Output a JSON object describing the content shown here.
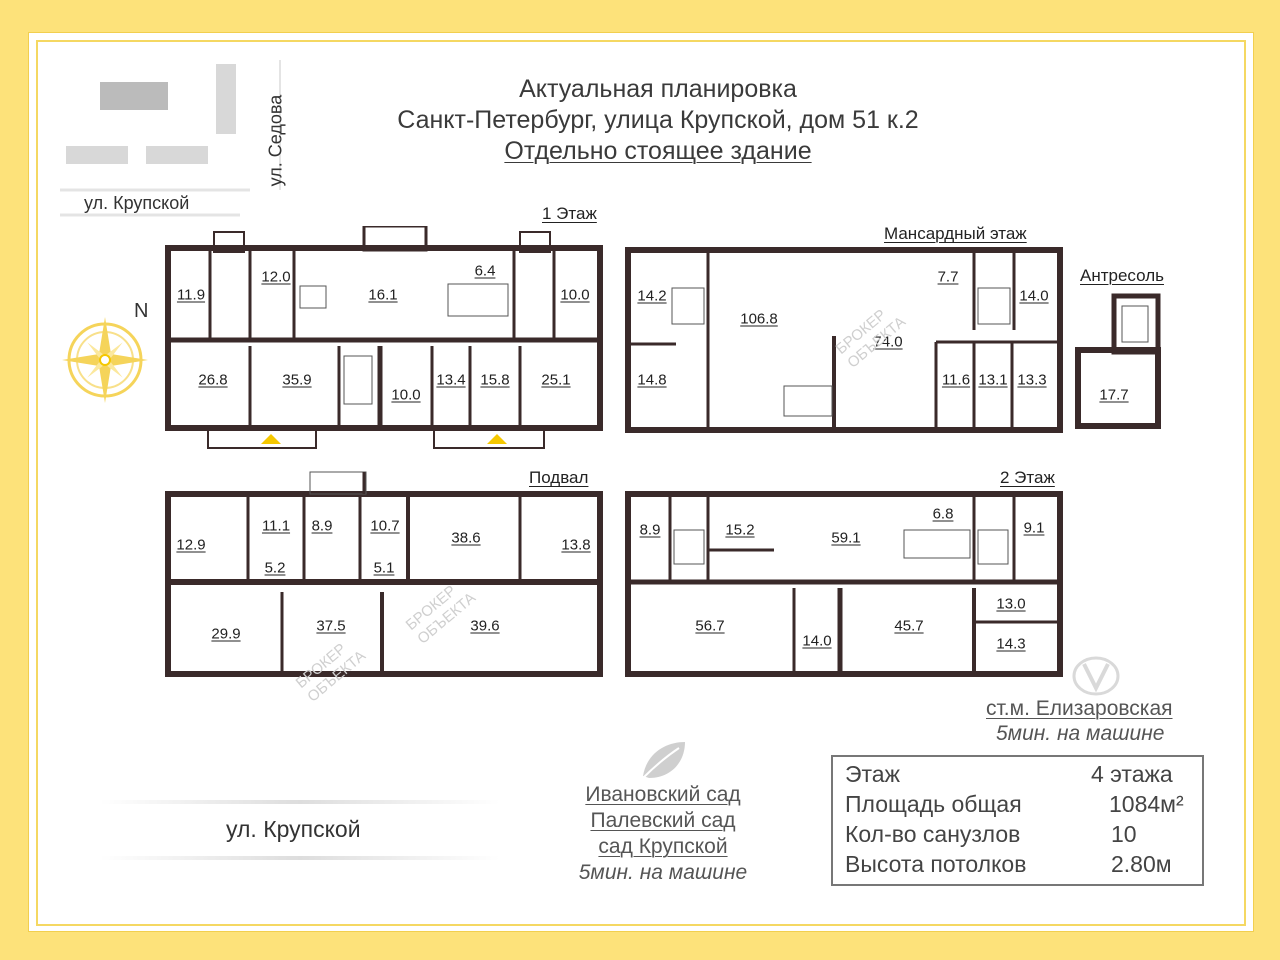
{
  "header": {
    "line1": "Актуальная планировка",
    "line2": "Санкт-Петербург, улица Крупской, дом 51 к.2",
    "line3": "Отдельно стоящее здание"
  },
  "streets": {
    "top_street": "ул. Крупской",
    "side_street": "ул. Седова",
    "bottom_street": "ул. Крупской",
    "north": "N"
  },
  "floors": {
    "first": {
      "label": "1 Этаж",
      "rooms": [
        "11.9",
        "12.0",
        "16.1",
        "6.4",
        "10.0",
        "26.8",
        "35.9",
        "10.0",
        "13.4",
        "15.8",
        "25.1"
      ]
    },
    "attic": {
      "label": "Мансардный этаж",
      "rooms": [
        "14.2",
        "106.8",
        "7.7",
        "14.0",
        "74.0",
        "14.8",
        "11.6",
        "13.1",
        "13.3"
      ]
    },
    "mezzanine": {
      "label": "Антресоль",
      "rooms": [
        "17.7"
      ]
    },
    "basement": {
      "label": "Подвал",
      "rooms": [
        "12.9",
        "11.1",
        "8.9",
        "10.7",
        "38.6",
        "13.8",
        "5.2",
        "5.1",
        "29.9",
        "37.5",
        "39.6"
      ]
    },
    "second": {
      "label": "2 Этаж",
      "rooms": [
        "8.9",
        "15.2",
        "59.1",
        "6.8",
        "9.1",
        "56.7",
        "14.0",
        "45.7",
        "13.0",
        "14.3"
      ]
    }
  },
  "metro": {
    "station": "ст.м. Елизаровская",
    "time": "5мин. на машине"
  },
  "gardens": {
    "items": [
      "Ивановский сад",
      "Палевский сад",
      "сад Крупской"
    ],
    "time": "5мин. на машине"
  },
  "watermark": [
    "БРОКЕР",
    "ОБЪЕКТА"
  ],
  "info": {
    "rows": [
      {
        "label": "Этаж",
        "value": "4 этажа"
      },
      {
        "label": "Площадь общая",
        "value": "1084м²"
      },
      {
        "label": "Кол-во санузлов",
        "value": "10"
      },
      {
        "label": "Высота потолков",
        "value": "2.80м"
      }
    ]
  },
  "colors": {
    "frame": "#fde27a",
    "wall": "#3a2a2a",
    "compass": "#f5d45a",
    "accent": "#f5c800"
  }
}
